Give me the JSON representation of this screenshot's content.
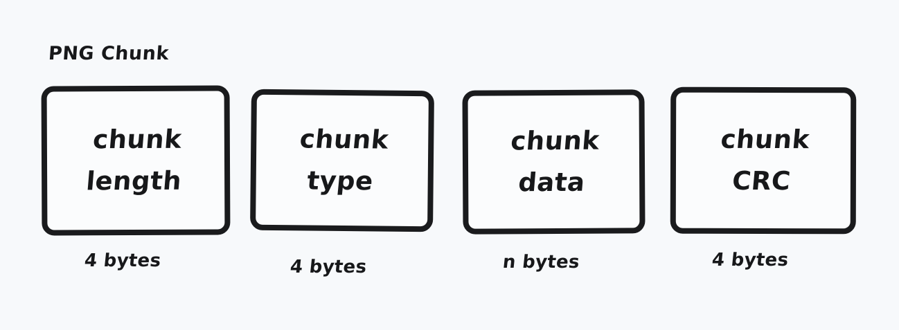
{
  "diagram": {
    "title": "PNG Chunk",
    "background_color": "#f7f9fb",
    "stroke_color": "#1a1b1d",
    "text_color": "#17181a",
    "fields": [
      {
        "name": "chunk-length",
        "label": "chunk\nlength",
        "label_line1": "chunk",
        "label_line2": "length",
        "size": "4 bytes"
      },
      {
        "name": "chunk-type",
        "label": "chunk\ntype",
        "label_line1": "chunk",
        "label_line2": "type",
        "size": "4 bytes"
      },
      {
        "name": "chunk-data",
        "label": "chunk\ndata",
        "label_line1": "chunk",
        "label_line2": "data",
        "size": "n bytes"
      },
      {
        "name": "chunk-crc",
        "label": "chunk\nCRC",
        "label_line1": "chunk",
        "label_line2": "CRC",
        "size": "4 bytes"
      }
    ]
  }
}
